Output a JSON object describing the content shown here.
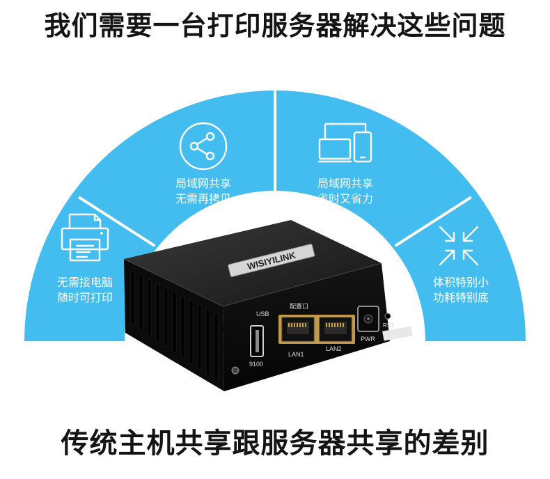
{
  "header": {
    "title": "我们需要一台打印服务器解决这些问题"
  },
  "footer": {
    "title": "传统主机共享跟服务器共享的差别"
  },
  "colors": {
    "segment": "#43bdf0",
    "divider": "#ffffff",
    "device_body": "#111111",
    "port_frame": "#c49a4a"
  },
  "segments": [
    {
      "icon": "printer-icon",
      "line1": "无需接电脑",
      "line2": "随时可打印"
    },
    {
      "icon": "share-icon",
      "line1": "局域网共享",
      "line2": "无需再拷贝"
    },
    {
      "icon": "devices-icon",
      "line1": "局域网共享",
      "line2": "省时又省力"
    },
    {
      "icon": "compress-arrows-icon",
      "line1": "体积特别小",
      "line2": "功耗特别底"
    }
  ],
  "device": {
    "brand": "WISIYILINK",
    "port_group_label": "配置口",
    "usb_label": "USB",
    "usb_port_number": "9100",
    "lan1_label": "LAN1",
    "lan2_label": "LAN2",
    "power_label": "PWR",
    "reset_label": "RST"
  }
}
